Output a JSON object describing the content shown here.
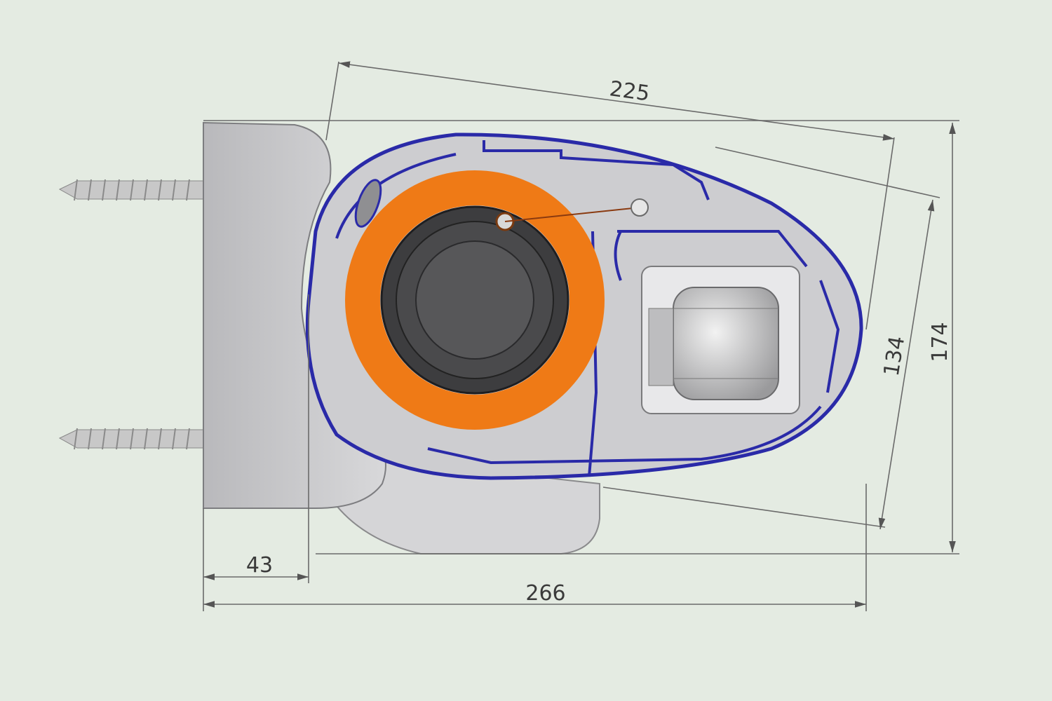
{
  "drawing": {
    "dimensions": {
      "overall_length": "225",
      "overall_height": "174",
      "inclined_height": "134",
      "bracket_depth": "43",
      "total_projection": "266"
    },
    "colors": {
      "background": "#e4ebe2",
      "outline": "#2a2aa8",
      "ring": "#ef7a16",
      "housing": "#cfcfd1",
      "drum": "#3d3d3f"
    }
  }
}
